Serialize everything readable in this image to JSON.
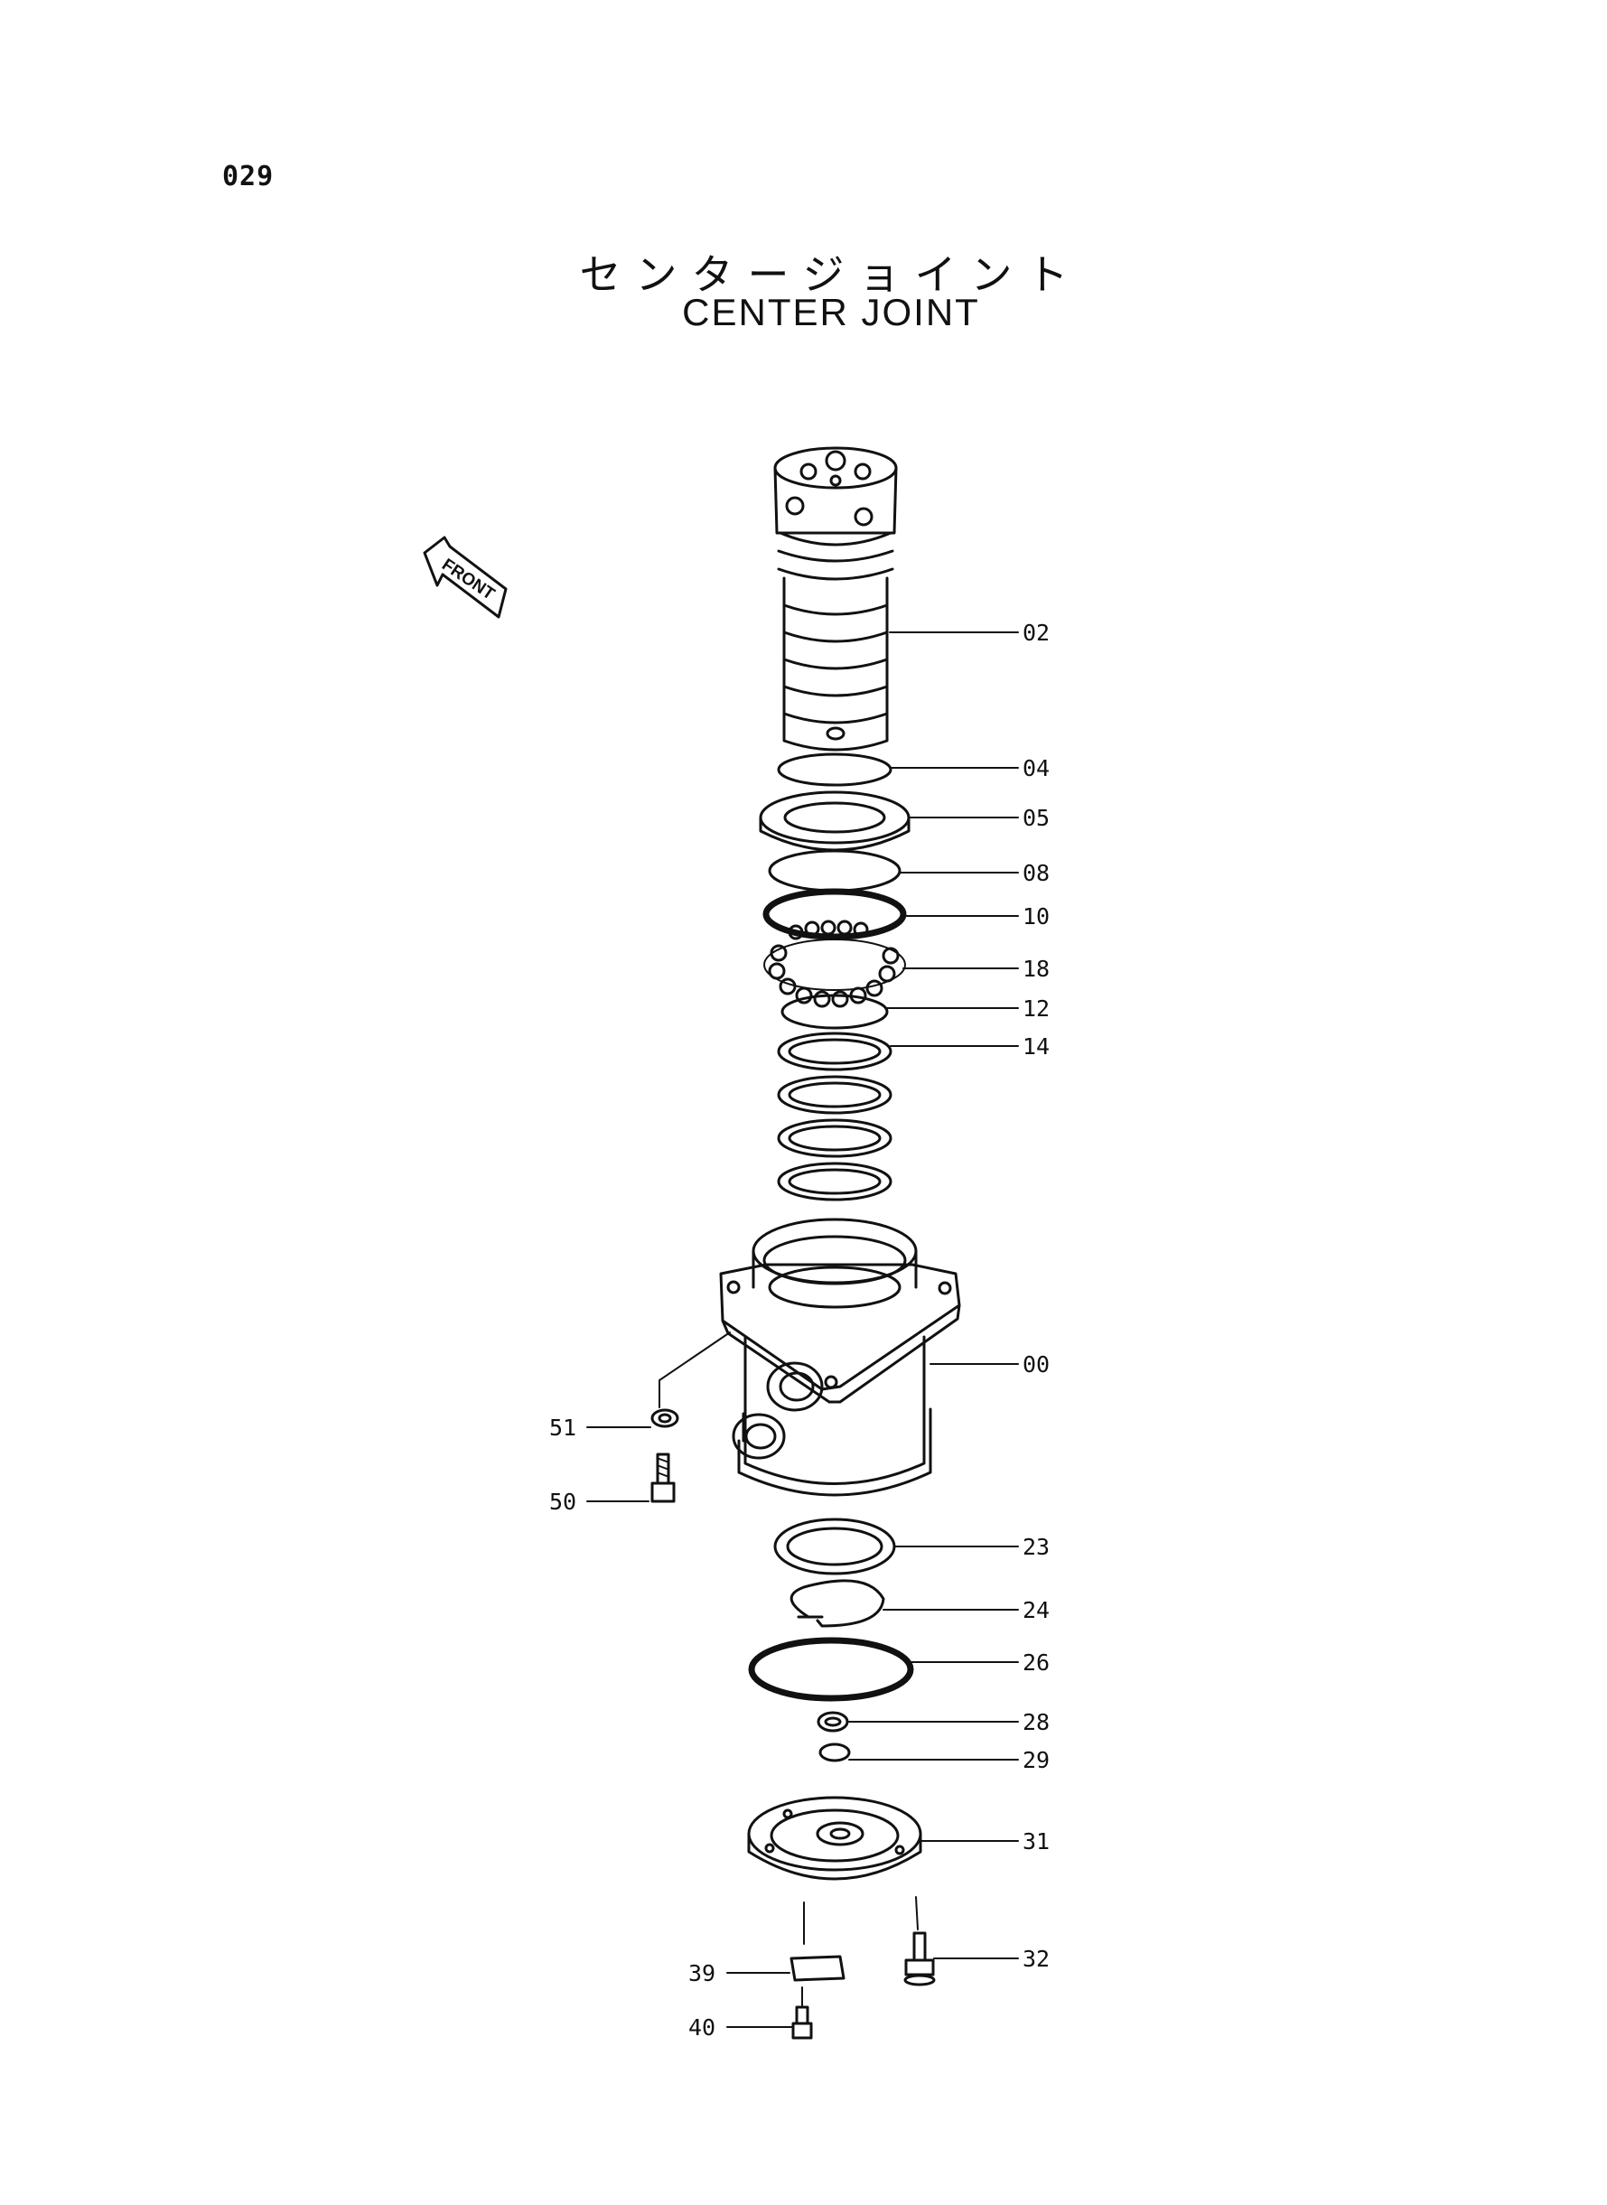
{
  "page_number": "029",
  "title": {
    "japanese": "センタージョイント",
    "english": "CENTER JOINT"
  },
  "direction_arrow": "FRONT",
  "callouts": [
    "02",
    "04",
    "05",
    "08",
    "10",
    "18",
    "12",
    "14",
    "00",
    "51",
    "50",
    "23",
    "24",
    "26",
    "28",
    "29",
    "31",
    "39",
    "32",
    "40"
  ],
  "colors": {
    "ink": "#111111",
    "paper": "#ffffff"
  }
}
